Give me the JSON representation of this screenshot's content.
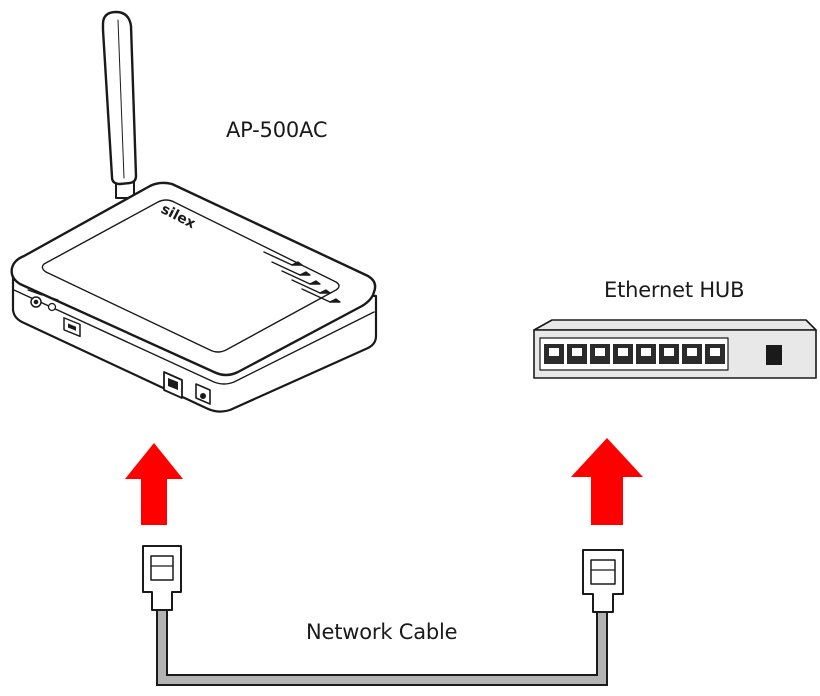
{
  "labels": {
    "access_point": "AP-500AC",
    "hub": "Ethernet HUB",
    "cable": "Network Cable"
  },
  "device_text": {
    "brand": "silex"
  },
  "colors": {
    "arrow": "#ff0000",
    "cable": "#b3b3b3",
    "outline": "#1a1a1a",
    "hub_body": "#e8e8e8"
  },
  "icons": {
    "left_arrow": "up-arrow-icon",
    "right_arrow": "up-arrow-icon",
    "left_plug": "rj45-plug-icon",
    "right_plug": "rj45-plug-icon"
  }
}
